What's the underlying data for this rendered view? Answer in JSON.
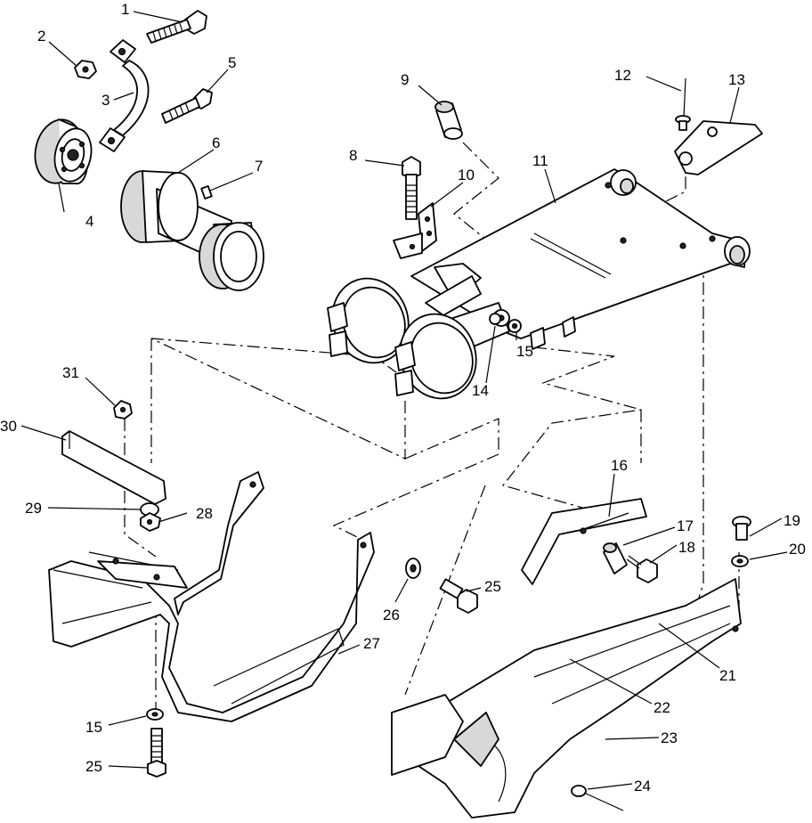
{
  "callouts": [
    {
      "id": "c1",
      "text": "1"
    },
    {
      "id": "c2",
      "text": "2"
    },
    {
      "id": "c3",
      "text": "3"
    },
    {
      "id": "c4",
      "text": "4"
    },
    {
      "id": "c5",
      "text": "5"
    },
    {
      "id": "c6",
      "text": "6"
    },
    {
      "id": "c7",
      "text": "7"
    },
    {
      "id": "c8",
      "text": "8"
    },
    {
      "id": "c9",
      "text": "9"
    },
    {
      "id": "c10",
      "text": "10"
    },
    {
      "id": "c11",
      "text": "11"
    },
    {
      "id": "c12",
      "text": "12"
    },
    {
      "id": "c13",
      "text": "13"
    },
    {
      "id": "c14",
      "text": "14"
    },
    {
      "id": "c15a",
      "text": "15"
    },
    {
      "id": "c16",
      "text": "16"
    },
    {
      "id": "c17",
      "text": "17"
    },
    {
      "id": "c18",
      "text": "18"
    },
    {
      "id": "c19",
      "text": "19"
    },
    {
      "id": "c20",
      "text": "20"
    },
    {
      "id": "c21",
      "text": "21"
    },
    {
      "id": "c22",
      "text": "22"
    },
    {
      "id": "c23",
      "text": "23"
    },
    {
      "id": "c24",
      "text": "24"
    },
    {
      "id": "c25a",
      "text": "25"
    },
    {
      "id": "c26",
      "text": "26"
    },
    {
      "id": "c27",
      "text": "27"
    },
    {
      "id": "c28",
      "text": "28"
    },
    {
      "id": "c29",
      "text": "29"
    },
    {
      "id": "c30",
      "text": "30"
    },
    {
      "id": "c31",
      "text": "31"
    },
    {
      "id": "c15b",
      "text": "15"
    },
    {
      "id": "c25b",
      "text": "25"
    }
  ]
}
